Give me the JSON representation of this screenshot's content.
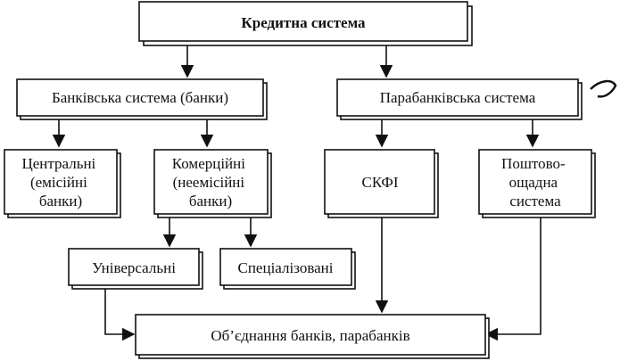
{
  "diagram": {
    "nodes": {
      "credit_system": {
        "lines": [
          "Кредитна система"
        ]
      },
      "banking_system": {
        "lines": [
          "Банківська система (банки)"
        ]
      },
      "parabanking_system": {
        "lines": [
          "Парабанківська система"
        ]
      },
      "central_banks": {
        "lines": [
          "Центральні",
          "(емісійні",
          "банки)"
        ]
      },
      "commercial_banks": {
        "lines": [
          "Комерційні",
          "(неемісійні",
          "банки)"
        ]
      },
      "skfi": {
        "lines": [
          "СКФІ"
        ]
      },
      "postal_savings": {
        "lines": [
          "Поштово-",
          "ощадна",
          "система"
        ]
      },
      "universal": {
        "lines": [
          "Універсальні"
        ]
      },
      "specialized": {
        "lines": [
          "Спеціалізовані"
        ]
      },
      "associations": {
        "lines": [
          "Об’єднання банків, парабанків"
        ]
      }
    }
  }
}
